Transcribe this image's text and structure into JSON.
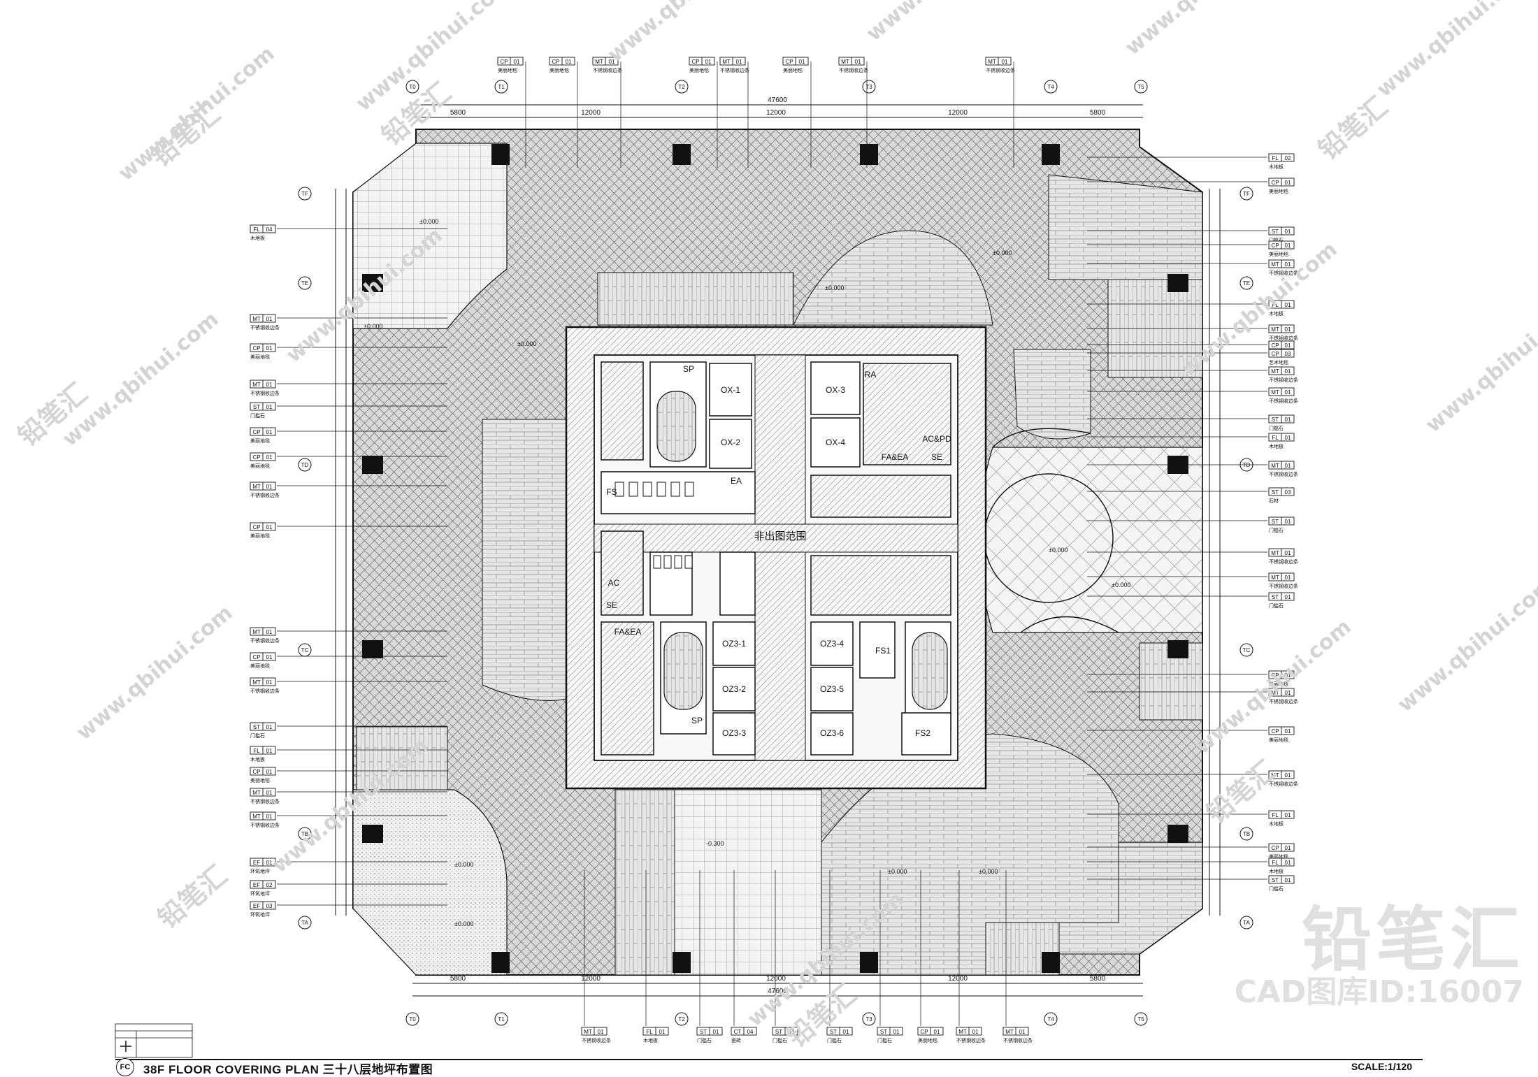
{
  "title": {
    "badge": "FC",
    "text": "38F FLOOR COVERING PLAN 三十八层地坪布置图",
    "scale": "SCALE:1/120"
  },
  "watermark": {
    "brand": "铅笔汇",
    "url": "www.qbihui.com",
    "id_text": "CAD图库ID:16007"
  },
  "grid": {
    "columns": [
      "T0",
      "T1",
      "T2",
      "T3",
      "T4",
      "T5"
    ],
    "rows": [
      "TA",
      "TB",
      "TC",
      "TD",
      "TE",
      "TF"
    ],
    "dims_top": [
      "5800",
      "12000",
      "12000",
      "12000",
      "5800"
    ],
    "total": "47600",
    "dims_side": [
      "5800",
      "12000",
      "12000",
      "12000",
      "5800"
    ]
  },
  "core": {
    "label": "非出图范围",
    "rooms": [
      "OX-1",
      "OX-2",
      "OX-3",
      "OX-4",
      "OZ3-1",
      "OZ3-2",
      "OZ3-3",
      "OZ3-4",
      "OZ3-5",
      "OZ3-6",
      "FS",
      "EA",
      "FA&EA",
      "SE",
      "AC&PD",
      "AC",
      "FS1",
      "FS2",
      "SP",
      "RA"
    ]
  },
  "levels": {
    "zero": "±0.000",
    "minus": "-0.300"
  },
  "tags": {
    "top": [
      {
        "code": "CP",
        "num": "01",
        "desc": "美丽地毯"
      },
      {
        "code": "CP",
        "num": "01",
        "desc": "美丽地毯"
      },
      {
        "code": "MT",
        "num": "01",
        "desc": "不锈钢收边条"
      },
      {
        "code": "CP",
        "num": "01",
        "desc": "美丽地毯"
      },
      {
        "code": "MT",
        "num": "01",
        "desc": "不锈钢收边条"
      },
      {
        "code": "CP",
        "num": "01",
        "desc": "美丽地毯"
      },
      {
        "code": "MT",
        "num": "01",
        "desc": "不锈钢收边条"
      },
      {
        "code": "MT",
        "num": "01",
        "desc": "不锈钢收边条"
      }
    ],
    "left": [
      {
        "code": "FL",
        "num": "04",
        "desc": "木地板"
      },
      {
        "code": "MT",
        "num": "01",
        "desc": "不锈钢收边条"
      },
      {
        "code": "CP",
        "num": "01",
        "desc": "美丽地毯"
      },
      {
        "code": "MT",
        "num": "01",
        "desc": "不锈钢收边条"
      },
      {
        "code": "ST",
        "num": "01",
        "desc": "门槛石"
      },
      {
        "code": "CP",
        "num": "01",
        "desc": "美丽地毯"
      },
      {
        "code": "CP",
        "num": "01",
        "desc": "美丽地毯"
      },
      {
        "code": "MT",
        "num": "01",
        "desc": "不锈钢收边条"
      },
      {
        "code": "CP",
        "num": "01",
        "desc": "美丽地毯"
      },
      {
        "code": "MT",
        "num": "01",
        "desc": "不锈钢收边条"
      },
      {
        "code": "CP",
        "num": "01",
        "desc": "美丽地毯"
      },
      {
        "code": "MT",
        "num": "01",
        "desc": "不锈钢收边条"
      },
      {
        "code": "ST",
        "num": "01",
        "desc": "门槛石"
      },
      {
        "code": "FL",
        "num": "01",
        "desc": "木地板"
      },
      {
        "code": "CP",
        "num": "01",
        "desc": "美丽地毯"
      },
      {
        "code": "MT",
        "num": "01",
        "desc": "不锈钢收边条"
      },
      {
        "code": "MT",
        "num": "01",
        "desc": "不锈钢收边条"
      },
      {
        "code": "EF",
        "num": "01",
        "desc": "环氧地坪"
      },
      {
        "code": "EF",
        "num": "02",
        "desc": "环氧地坪"
      },
      {
        "code": "EF",
        "num": "03",
        "desc": "环氧地坪"
      }
    ],
    "right": [
      {
        "code": "FL",
        "num": "02",
        "desc": "木地板"
      },
      {
        "code": "CP",
        "num": "01",
        "desc": "美丽地毯"
      },
      {
        "code": "ST",
        "num": "01",
        "desc": "门槛石"
      },
      {
        "code": "CP",
        "num": "01",
        "desc": "美丽地毯"
      },
      {
        "code": "MT",
        "num": "01",
        "desc": "不锈钢收边条"
      },
      {
        "code": "FL",
        "num": "01",
        "desc": "木地板"
      },
      {
        "code": "MT",
        "num": "01",
        "desc": "不锈钢收边条"
      },
      {
        "code": "CP",
        "num": "01",
        "desc": "美丽地毯"
      },
      {
        "code": "CP",
        "num": "03",
        "desc": "艺术地毯"
      },
      {
        "code": "MT",
        "num": "01",
        "desc": "不锈钢收边条"
      },
      {
        "code": "MT",
        "num": "01",
        "desc": "不锈钢收边条"
      },
      {
        "code": "ST",
        "num": "01",
        "desc": "门槛石"
      },
      {
        "code": "FL",
        "num": "01",
        "desc": "木地板"
      },
      {
        "code": "MT",
        "num": "01",
        "desc": "不锈钢收边条"
      },
      {
        "code": "ST",
        "num": "03",
        "desc": "石材"
      },
      {
        "code": "ST",
        "num": "01",
        "desc": "门槛石"
      },
      {
        "code": "MT",
        "num": "01",
        "desc": "不锈钢收边条"
      },
      {
        "code": "MT",
        "num": "01",
        "desc": "不锈钢收边条"
      },
      {
        "code": "ST",
        "num": "01",
        "desc": "门槛石"
      },
      {
        "code": "CP",
        "num": "01",
        "desc": "美丽地毯"
      },
      {
        "code": "MT",
        "num": "01",
        "desc": "不锈钢收边条"
      },
      {
        "code": "CP",
        "num": "01",
        "desc": "美丽地毯"
      },
      {
        "code": "MT",
        "num": "01",
        "desc": "不锈钢收边条"
      },
      {
        "code": "FL",
        "num": "01",
        "desc": "木地板"
      },
      {
        "code": "CP",
        "num": "01",
        "desc": "美丽地毯"
      },
      {
        "code": "FL",
        "num": "01",
        "desc": "木地板"
      },
      {
        "code": "ST",
        "num": "01",
        "desc": "门槛石"
      }
    ],
    "bottom": [
      {
        "code": "MT",
        "num": "01",
        "desc": "不锈钢收边条"
      },
      {
        "code": "FL",
        "num": "01",
        "desc": "木地板"
      },
      {
        "code": "ST",
        "num": "01",
        "desc": "门槛石"
      },
      {
        "code": "CT",
        "num": "04",
        "desc": "瓷砖"
      },
      {
        "code": "ST",
        "num": "01",
        "desc": "门槛石"
      },
      {
        "code": "ST",
        "num": "01",
        "desc": "门槛石"
      },
      {
        "code": "ST",
        "num": "01",
        "desc": "门槛石"
      },
      {
        "code": "CP",
        "num": "01",
        "desc": "美丽地毯"
      },
      {
        "code": "MT",
        "num": "01",
        "desc": "不锈钢收边条"
      },
      {
        "code": "MT",
        "num": "01",
        "desc": "不锈钢收边条"
      }
    ]
  }
}
